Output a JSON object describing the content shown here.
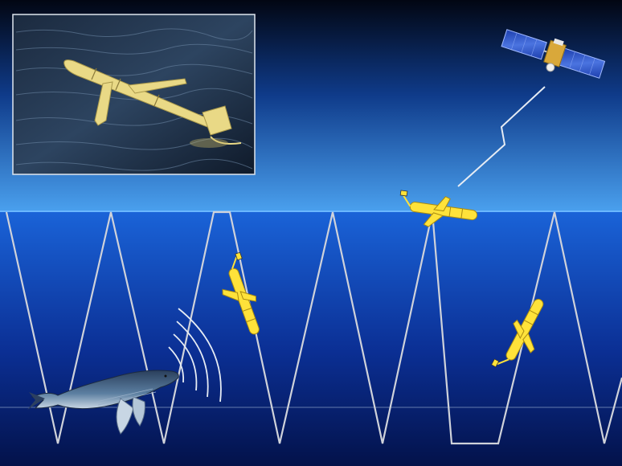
{
  "scene": {
    "sky_top_color": "#020612",
    "sky_bottom_color": "#4aa0ee",
    "sea_top_color": "#1a63d8",
    "sea_bottom_color": "#03124a",
    "track_color": "#c8c8d0",
    "glider_color": "#ffe23a"
  },
  "icons": {
    "photo": "glider-photo",
    "satellite": "satellite-icon",
    "signal": "lightning-signal-icon",
    "gliders": [
      "glider-icon-surfaced",
      "glider-icon-diving",
      "glider-icon-climbing"
    ],
    "whale": "humpback-whale-icon",
    "sound": "sound-wave-icon"
  }
}
